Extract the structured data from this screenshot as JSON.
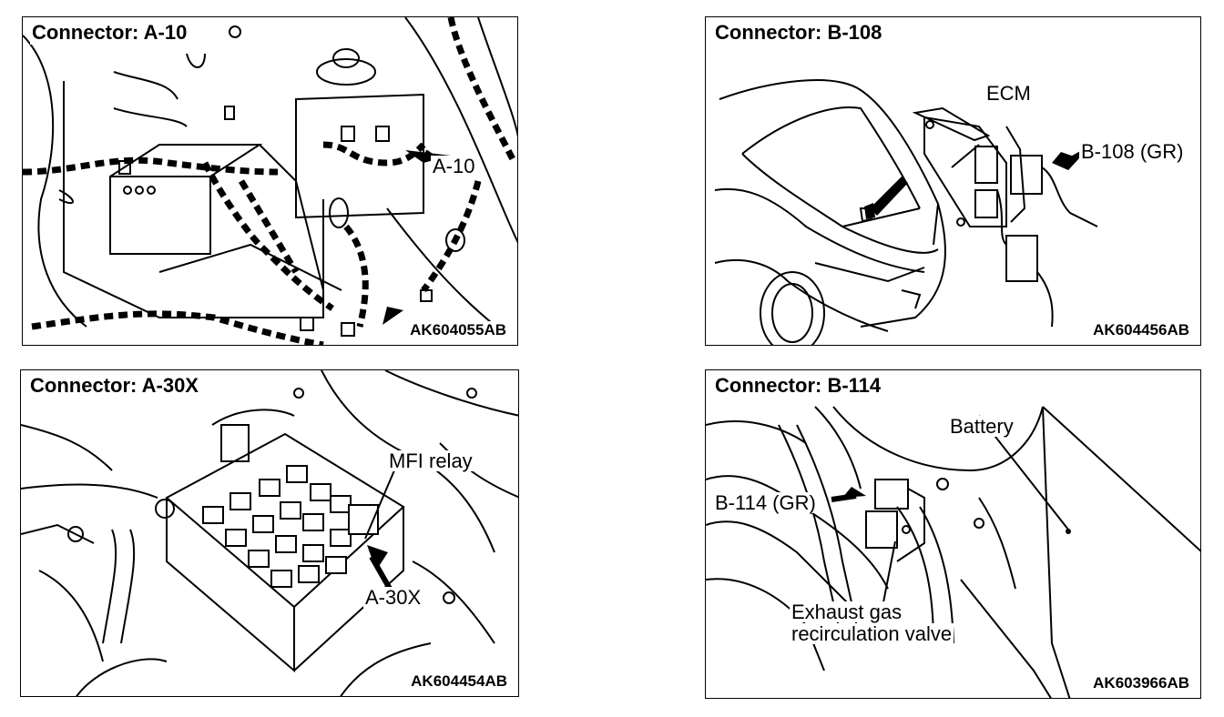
{
  "panels": [
    {
      "title": "Connector: A-10",
      "code": "AK604055AB",
      "labels": [
        "A-10"
      ]
    },
    {
      "title": "Connector: B-108",
      "code": "AK604456AB",
      "labels": [
        "ECM",
        "B-108 (GR)"
      ]
    },
    {
      "title": "Connector: A-30X",
      "code": "AK604454AB",
      "labels": [
        "MFI relay",
        "A-30X"
      ]
    },
    {
      "title": "Connector: B-114",
      "code": "AK603966AB",
      "labels": [
        "Battery",
        "B-114 (GR)",
        "Exhaust gas",
        "recirculation valve"
      ]
    }
  ]
}
